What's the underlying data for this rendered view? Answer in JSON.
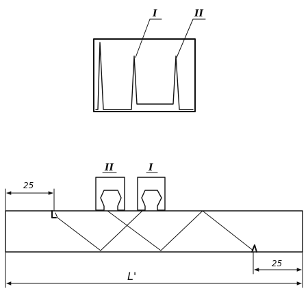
{
  "screen": {
    "labels": {
      "echo_first": "I",
      "echo_second": "II"
    }
  },
  "probes": {
    "left_label": "II",
    "right_label": "I"
  },
  "dimensions": {
    "left_offset": "25",
    "right_offset": "25",
    "total_length": "L'"
  }
}
